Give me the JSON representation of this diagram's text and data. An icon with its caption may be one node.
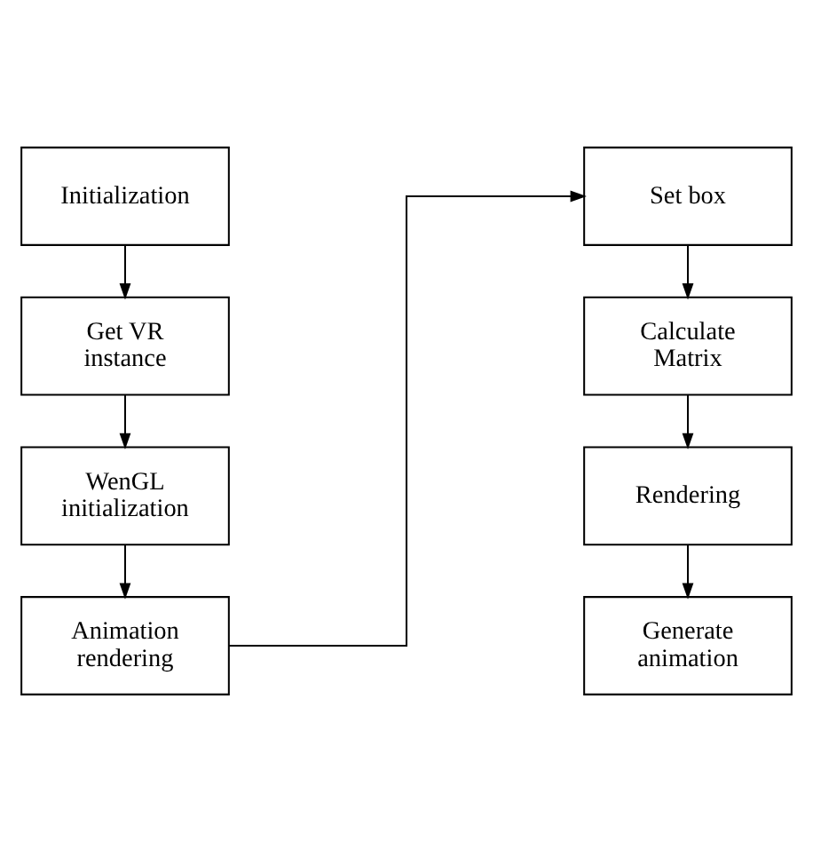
{
  "diagram": {
    "nodes": [
      {
        "text": [
          "Initialization"
        ]
      },
      {
        "text": [
          "Get VR instance"
        ]
      },
      {
        "text": [
          "WenGL initialization"
        ]
      },
      {
        "text": [
          "Animation rendering"
        ]
      },
      {
        "text": [
          "Set box"
        ]
      },
      {
        "text": [
          "Calculate Matrix"
        ]
      },
      {
        "text": [
          "Rendering"
        ]
      },
      {
        "text": [
          "Generate animation"
        ]
      }
    ],
    "edges": [
      {
        "from": 0,
        "to": 1,
        "arrow": "to"
      },
      {
        "from": 1,
        "to": 2,
        "arrow": "to"
      },
      {
        "from": 2,
        "to": 3,
        "arrow": "to"
      },
      {
        "from": 3,
        "to": 4,
        "arrow": "to"
      },
      {
        "from": 4,
        "to": 5,
        "arrow": "to"
      },
      {
        "from": 5,
        "to": 6,
        "arrow": "to"
      },
      {
        "from": 6,
        "to": 7,
        "arrow": "to"
      }
    ]
  }
}
